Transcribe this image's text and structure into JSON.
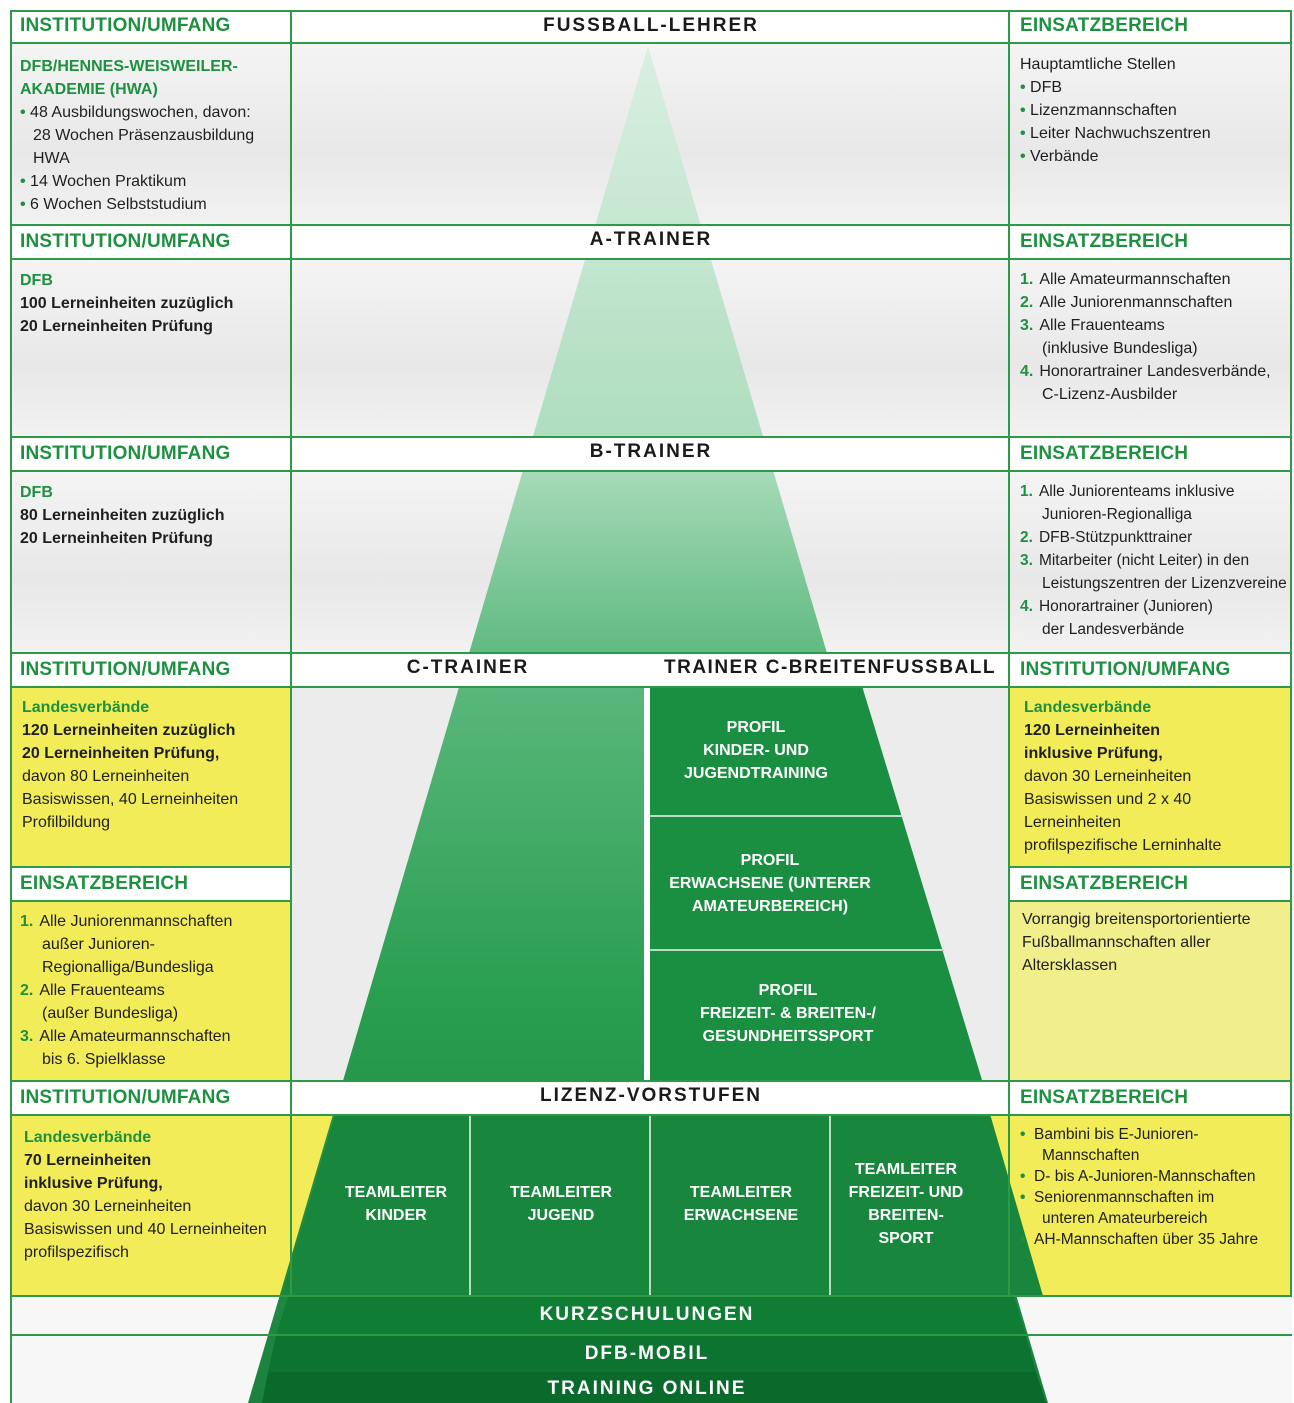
{
  "fussball_lehrer": {
    "header_left": "INSTITUTION/UMFANG",
    "header_center": "FUSSBALL-LEHRER",
    "header_right": "EINSATZBEREICH",
    "institution_line1": "DFB/HENNES-WEISWEILER-",
    "institution_line2": "AKADEMIE (HWA)",
    "details": [
      "48 Ausbildungswochen, davon:",
      "28 Wochen Präsenzausbildung HWA",
      "14 Wochen Praktikum",
      "6 Wochen Selbststudium"
    ],
    "einsatz_title": "Hauptamtliche Stellen",
    "einsatz_items": [
      "DFB",
      "Lizenzmannschaften",
      "Leiter Nachwuchszentren",
      "Verbände"
    ]
  },
  "a_trainer": {
    "header_left": "INSTITUTION/UMFANG",
    "header_center": "A-TRAINER",
    "header_right": "EINSATZBEREICH",
    "institution": "DFB",
    "line1": "100 Lerneinheiten zuzüglich",
    "line2": "20 Lerneinheiten Prüfung",
    "einsatz": [
      {
        "n": "1.",
        "l1": "Alle Amateurmannschaften",
        "l2": ""
      },
      {
        "n": "2.",
        "l1": "Alle Juniorenmannschaften",
        "l2": ""
      },
      {
        "n": "3.",
        "l1": "Alle Frauenteams",
        "l2": "(inklusive Bundesliga)"
      },
      {
        "n": "4.",
        "l1": "Honorartrainer Landesverbände,",
        "l2": "C-Lizenz-Ausbilder"
      }
    ]
  },
  "b_trainer": {
    "header_left": "INSTITUTION/UMFANG",
    "header_center": "B-TRAINER",
    "header_right": "EINSATZBEREICH",
    "institution": "DFB",
    "line1": "80 Lerneinheiten zuzüglich",
    "line2": "20 Lerneinheiten Prüfung",
    "einsatz": [
      {
        "n": "1.",
        "l1": "Alle Juniorenteams inklusive",
        "l2": "Junioren-Regionalliga"
      },
      {
        "n": "2.",
        "l1": "DFB-Stützpunkttrainer",
        "l2": ""
      },
      {
        "n": "3.",
        "l1": "Mitarbeiter (nicht Leiter) in den",
        "l2": "Leistungszentren der Lizenzvereine"
      },
      {
        "n": "4.",
        "l1": "Honorartrainer (Junioren)",
        "l2": "der Landesverbände"
      }
    ]
  },
  "c_trainer": {
    "header_left": "INSTITUTION/UMFANG",
    "header_center_left": "C-TRAINER",
    "header_center_right": "TRAINER C-BREITENFUSSBALL",
    "header_right": "INSTITUTION/UMFANG",
    "left_institution": "Landesverbände",
    "left_b1": "120 Lerneinheiten zuzüglich",
    "left_b2": "20 Lerneinheiten Prüfung,",
    "left_l1": "davon 80 Lerneinheiten",
    "left_l2": "Basiswissen, 40 Lerneinheiten",
    "left_l3": "Profilbildung",
    "left_einsatz_header": "EINSATZBEREICH",
    "left_einsatz": [
      {
        "n": "1.",
        "l1": "Alle Juniorenmannschaften",
        "l2": "außer Junioren-",
        "l3": "Regionalliga/Bundesliga"
      },
      {
        "n": "2.",
        "l1": "Alle Frauenteams",
        "l2": "(außer Bundesliga)",
        "l3": ""
      },
      {
        "n": "3.",
        "l1": "Alle Amateurmannschaften",
        "l2": "bis 6. Spielklasse",
        "l3": ""
      }
    ],
    "right_institution": "Landesverbände",
    "right_b1": "120 Lerneinheiten",
    "right_b2": "inklusive Prüfung,",
    "right_l1": "davon 30 Lerneinheiten",
    "right_l2": "Basiswissen und 2 x 40",
    "right_l3": "Lerneinheiten",
    "right_l4": "profilspezifische Lerninhalte",
    "right_einsatz_header": "EINSATZBEREICH",
    "right_einsatz_l1": "Vorrangig breitensportorientierte",
    "right_einsatz_l2": "Fußballmannschaften aller",
    "right_einsatz_l3": "Altersklassen",
    "profile1": [
      "PROFIL",
      "KINDER- UND",
      "JUGENDTRAINING"
    ],
    "profile2": [
      "PROFIL",
      "ERWACHSENE (UNTERER",
      "AMATEURBEREICH)"
    ],
    "profile3": [
      "PROFIL",
      "FREIZEIT- & BREITEN-/",
      "GESUNDHEITSSPORT"
    ]
  },
  "lizenz": {
    "header_left": "INSTITUTION/UMFANG",
    "header_center": "LIZENZ-VORSTUFEN",
    "header_right": "EINSATZBEREICH",
    "institution": "Landesverbände",
    "b1": "70 Lerneinheiten",
    "b2": "inklusive Prüfung,",
    "l1": "davon 30 Lerneinheiten",
    "l2": "Basiswissen und 40 Lerneinheiten",
    "l3": "profilspezifisch",
    "tl1": [
      "TEAMLEITER",
      "KINDER"
    ],
    "tl2": [
      "TEAMLEITER",
      "JUGEND"
    ],
    "tl3": [
      "TEAMLEITER",
      "ERWACHSENE"
    ],
    "tl4": [
      "TEAMLEITER",
      "FREIZEIT- UND",
      "BREITEN-",
      "SPORT"
    ],
    "einsatz": [
      {
        "l1": "Bambini bis E-Junioren-",
        "l2": "Mannschaften"
      },
      {
        "l1": "D- bis A-Junioren-Mannschaften",
        "l2": ""
      },
      {
        "l1": "Seniorenmannschaften im",
        "l2": "unteren Amateurbereich"
      },
      {
        "l1": "AH-Mannschaften über 35 Jahre",
        "l2": ""
      }
    ]
  },
  "bottom": {
    "kurzschulungen": "KURZSCHULUNGEN",
    "dfb_mobil": "DFB-MOBIL",
    "training_online": "TRAINING ONLINE"
  },
  "colors": {
    "green": "#1e9140",
    "yellow": "#f2ec58",
    "pyramid_dark": "#16803a",
    "pyramid_light": "#9fd4b0"
  }
}
